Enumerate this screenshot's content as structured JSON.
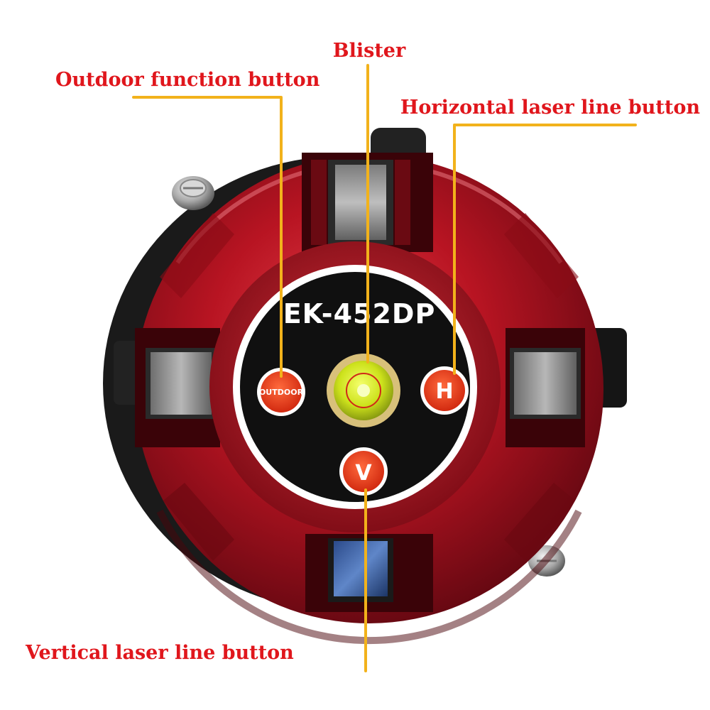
{
  "labels": {
    "blister": "Blister",
    "outdoor": "Outdoor function button",
    "horizontal": "Horizontal laser line button",
    "vertical": "Vertical laser line button"
  },
  "device": {
    "model": "EK-452DP",
    "outdoor_button": "OUTDOOR",
    "h_button": "H",
    "v_button": "V"
  },
  "colors": {
    "label_text": "#e0161c",
    "leader_line": "#f2b21b",
    "housing": "#b81422",
    "panel": "#101010",
    "button": "#ee3a1c"
  }
}
